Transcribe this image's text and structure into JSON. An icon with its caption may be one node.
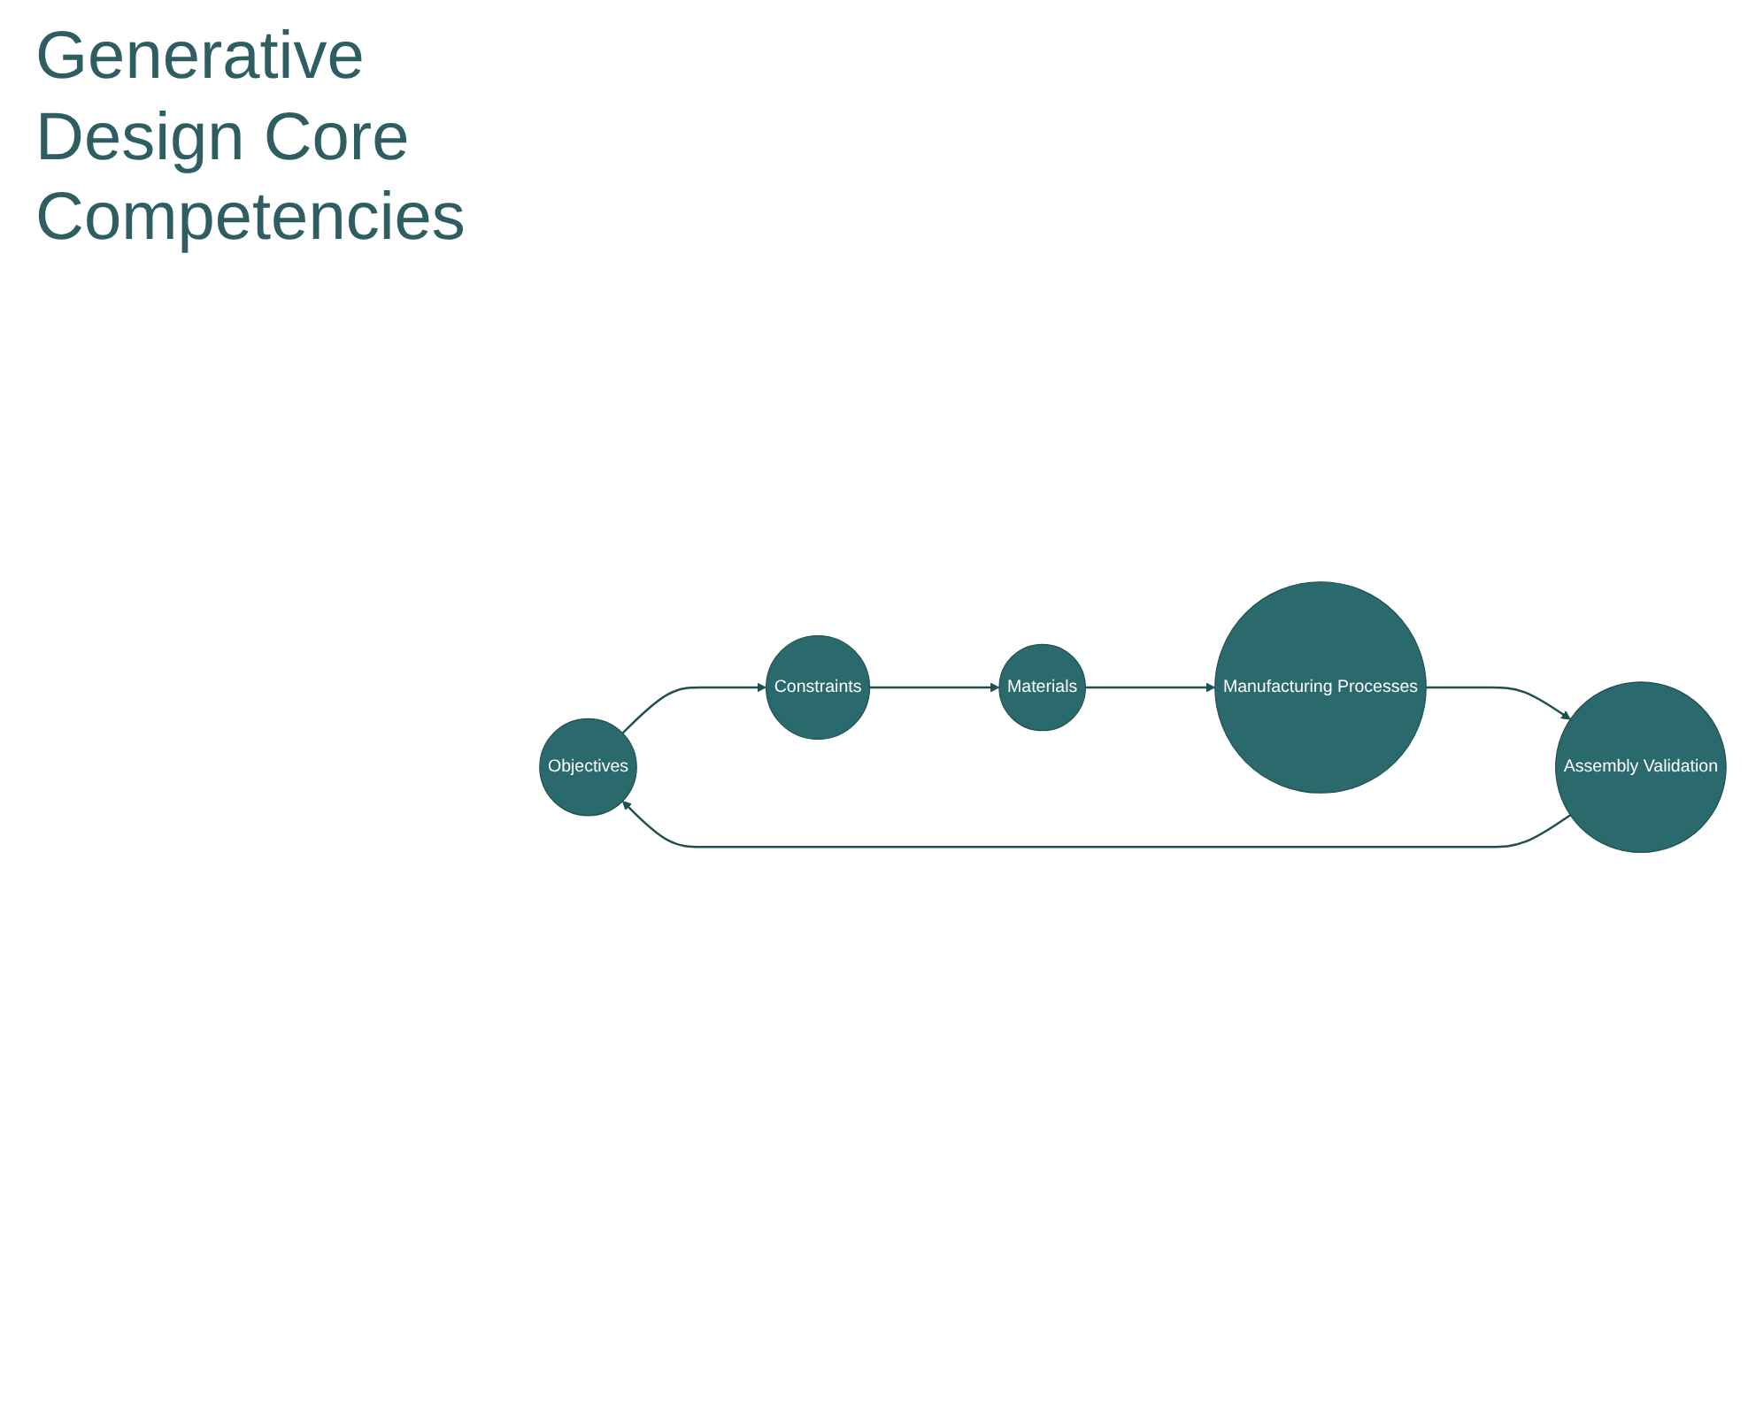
{
  "diagram": {
    "title": "Generative Design Core Competencies",
    "nodes": [
      {
        "text": [
          "Objectives"
        ]
      },
      {
        "text": [
          "Constraints"
        ]
      },
      {
        "text": [
          "Materials"
        ]
      },
      {
        "text": [
          "Manufacturing Processes"
        ]
      },
      {
        "text": [
          "Assembly Validation"
        ]
      }
    ],
    "edges": [
      {
        "from": 0,
        "to": 1,
        "arrow": "to"
      },
      {
        "from": 1,
        "to": 2,
        "arrow": "to"
      },
      {
        "from": 2,
        "to": 3,
        "arrow": "to"
      },
      {
        "from": 3,
        "to": 4,
        "arrow": "to"
      },
      {
        "from": 4,
        "to": 0,
        "arrow": "to"
      }
    ]
  }
}
